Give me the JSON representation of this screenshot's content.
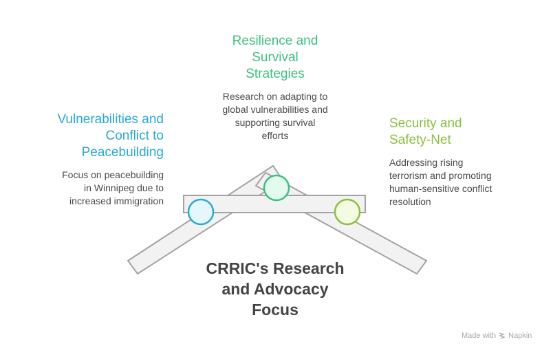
{
  "title": {
    "lines": [
      "CRRIC's Research",
      "and Advocacy",
      "Focus"
    ]
  },
  "items": [
    {
      "heading_lines": [
        "Resilience and",
        "Survival",
        "Strategies"
      ],
      "description_lines": [
        "Research on adapting to",
        "global vulnerabilities and",
        "supporting survival",
        "efforts"
      ],
      "color": "#3cc07f",
      "fill": "#e3fbef"
    },
    {
      "heading_lines": [
        "Vulnerabilities and",
        "Conflict to",
        "Peacebuilding"
      ],
      "description_lines": [
        "Focus on peacebuilding",
        "in Winnipeg due to",
        "increased immigration"
      ],
      "color": "#27a9d6",
      "fill": "#e6f6fd"
    },
    {
      "heading_lines": [
        "Security and",
        "Safety-Net"
      ],
      "description_lines": [
        "Addressing rising",
        "terrorism and promoting",
        "human-sensitive conflict",
        "resolution"
      ],
      "color": "#8cbf3f",
      "fill": "#f3fbe3"
    }
  ],
  "footer": {
    "made_with": "Made with",
    "brand": "Napkin",
    "icon": "napkin-logo-icon"
  },
  "colors": {
    "bar_fill": "#f2f2f2",
    "bar_stroke": "#a3a3a3"
  }
}
